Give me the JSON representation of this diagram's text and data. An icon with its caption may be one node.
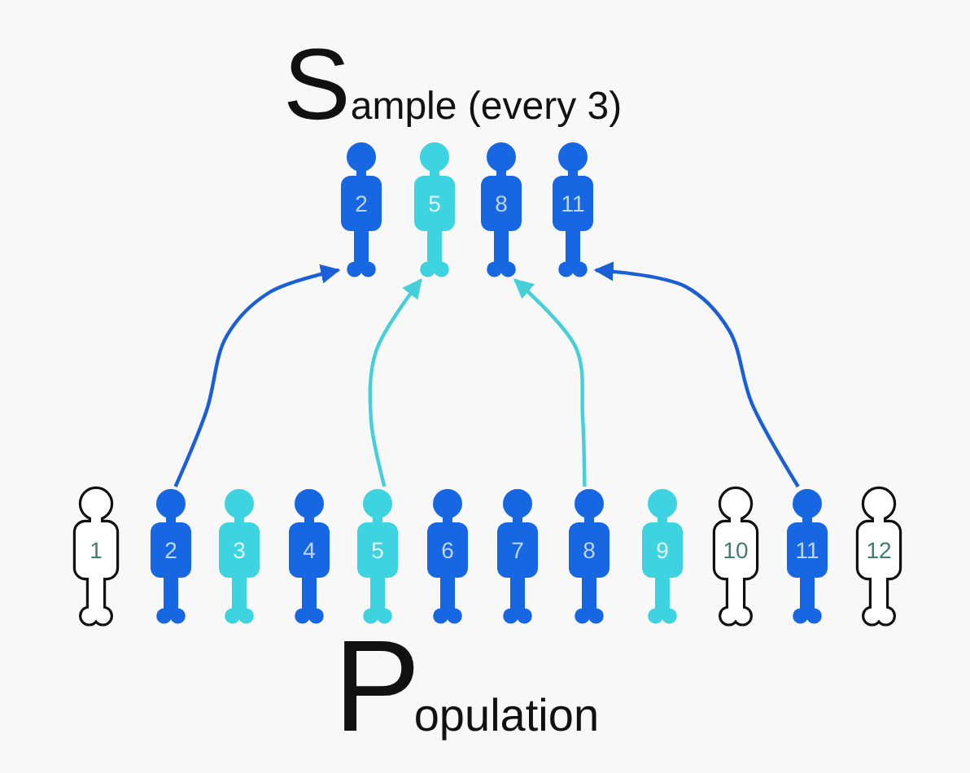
{
  "diagram": {
    "title": "Sample (every 3)",
    "nodes": [
      {
        "text": [
          "2"
        ]
      },
      {
        "text": [
          "5"
        ]
      },
      {
        "text": [
          "8"
        ]
      },
      {
        "text": [
          "11"
        ]
      },
      {
        "text": [
          "1"
        ]
      },
      {
        "text": [
          "2"
        ]
      },
      {
        "text": [
          "3"
        ]
      },
      {
        "text": [
          "4"
        ]
      },
      {
        "text": [
          "5"
        ]
      },
      {
        "text": [
          "6"
        ]
      },
      {
        "text": [
          "7"
        ]
      },
      {
        "text": [
          "8"
        ]
      },
      {
        "text": [
          "9"
        ]
      },
      {
        "text": [
          "10"
        ]
      },
      {
        "text": [
          "11"
        ]
      },
      {
        "text": [
          "12"
        ]
      }
    ],
    "edges": [
      {
        "from": 5,
        "to": 0,
        "arrow": "to",
        "color": "#1a5fd6"
      },
      {
        "from": 8,
        "to": 1,
        "arrow": "to",
        "color": "#45cfd9"
      },
      {
        "from": 11,
        "to": 2,
        "arrow": "to",
        "color": "#45cfd9"
      },
      {
        "from": 14,
        "to": 3,
        "arrow": "to",
        "color": "#1a5fd6"
      }
    ],
    "labels": [
      "Population"
    ]
  }
}
